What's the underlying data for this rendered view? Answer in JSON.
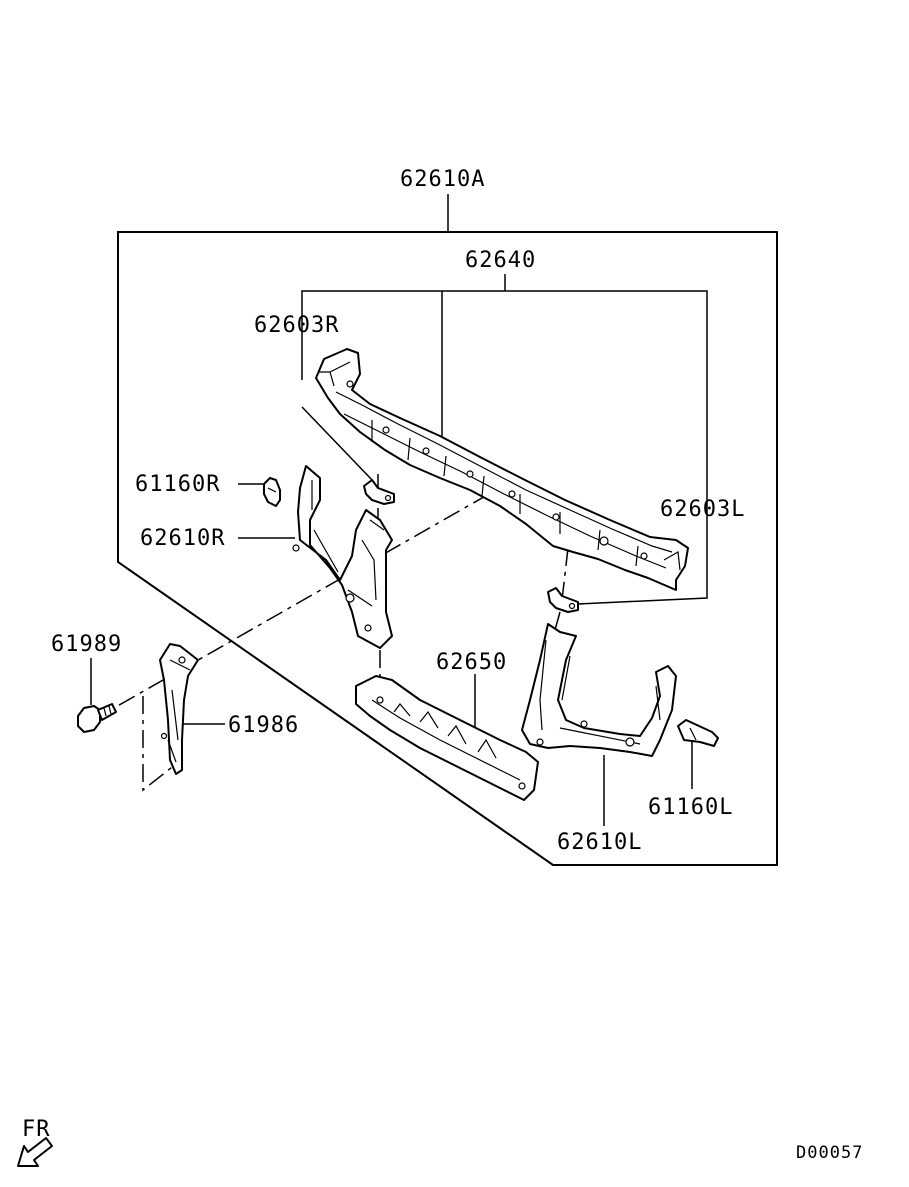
{
  "parts": {
    "assembly": "62610A",
    "support_upper": "62640",
    "bracket_r": "62603R",
    "bracket_l": "62603L",
    "clip_r": "61160R",
    "clip_l": "61160L",
    "panel_r": "62610R",
    "panel_l": "62610L",
    "lower_member": "62650",
    "bolt": "61989",
    "stay": "61986"
  },
  "orientation": "FR",
  "diagram_code": "D00057"
}
